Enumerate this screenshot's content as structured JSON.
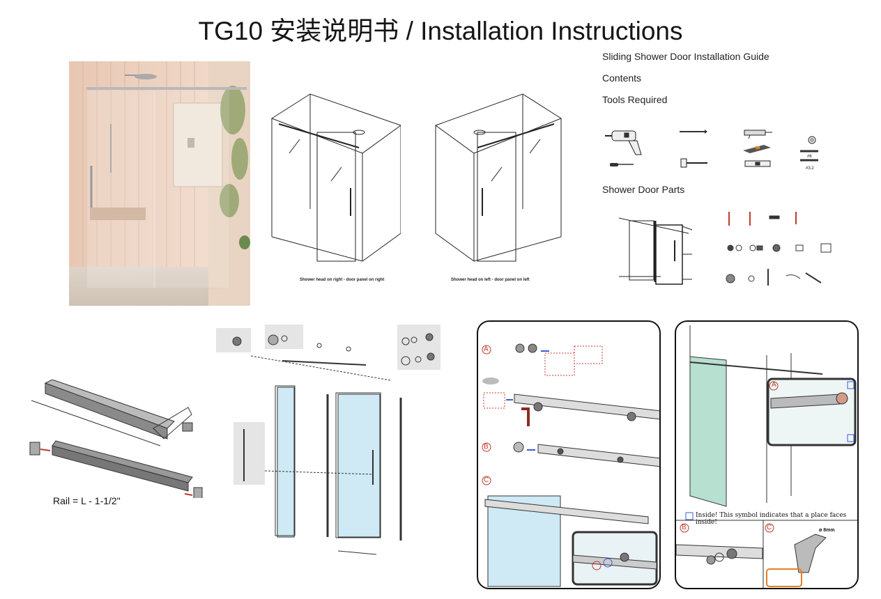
{
  "header": {
    "title": "TG10 安装说明书 / Installation Instructions"
  },
  "guide": {
    "heading": "Sliding Shower Door Installation Guide",
    "contents_label": "Contents",
    "tools_label": "Tools Required",
    "parts_label": "Shower Door Parts"
  },
  "photo": {
    "icon": "shower-door-photo"
  },
  "diagrams": {
    "right_caption": "Shower head on right - door panel on right",
    "left_caption": "Shower head on left - door panel on left"
  },
  "tools": [
    {
      "icon": "drill-icon"
    },
    {
      "icon": "pencil-icon"
    },
    {
      "icon": "caulk-gun-icon"
    },
    {
      "icon": "tape-measure-icon"
    },
    {
      "icon": "utility-knife-icon"
    },
    {
      "icon": "screwdriver-icon"
    },
    {
      "icon": "level-icon"
    },
    {
      "icon": "drill-bit-icon"
    },
    {
      "icon": "mallet-icon"
    }
  ],
  "tool_labels": {
    "bit_1": "#6",
    "bit_2": "#3.2"
  },
  "rail": {
    "formula": "Rail = L - 1-1/2\""
  },
  "steps_panel_1": {
    "step_a": "A",
    "step_b": "B",
    "step_c": "C"
  },
  "steps_panel_2": {
    "step_a": "A",
    "step_b": "B",
    "step_c": "C",
    "inside_note": "Inside!  This symbol indicates that a place faces inside!",
    "drill_size": "ø 8mm"
  },
  "colors": {
    "glass": "#cfe9f5",
    "accent_red": "#c0392b",
    "arrow_blue": "#3b5bdb",
    "frame": "#111111"
  }
}
